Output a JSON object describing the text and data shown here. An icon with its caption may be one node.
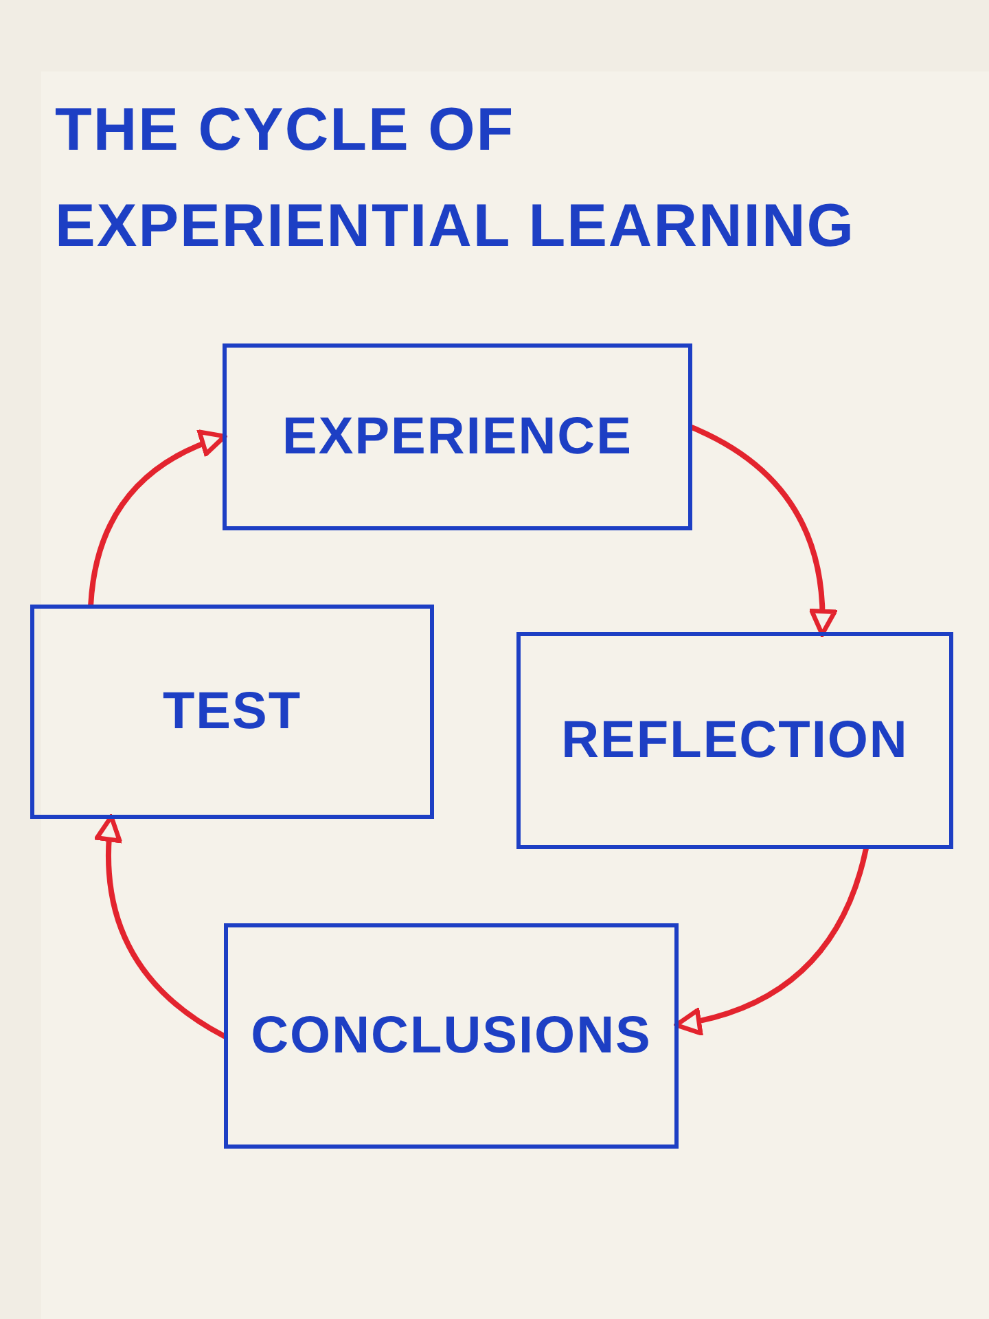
{
  "diagram": {
    "title": "THE CYCLE OF EXPERIENTIAL LEARNING",
    "nodes": [
      {
        "text": [
          "EXPERIENCE"
        ]
      },
      {
        "text": [
          "REFLECTION"
        ]
      },
      {
        "text": [
          "CONCLUSIONS"
        ]
      },
      {
        "text": [
          "TEST"
        ]
      }
    ],
    "edges": [
      {
        "from": 0,
        "to": 1,
        "arrow": "to"
      },
      {
        "from": 1,
        "to": 2,
        "arrow": "to"
      },
      {
        "from": 2,
        "to": 3,
        "arrow": "to"
      },
      {
        "from": 3,
        "to": 0,
        "arrow": "to"
      }
    ]
  }
}
